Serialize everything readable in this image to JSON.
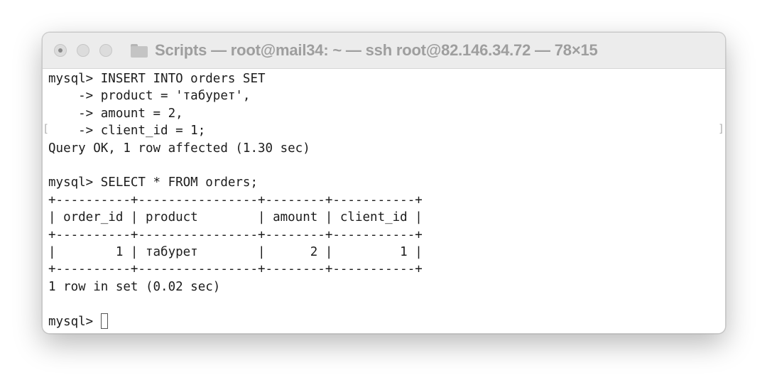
{
  "window": {
    "title": "Scripts — root@mail34: ~ — ssh root@82.146.34.72 — 78×15"
  },
  "terminal": {
    "lines": [
      "mysql> INSERT INTO orders SET",
      "    -> product = 'табурет',",
      "    -> amount = 2,",
      "    -> client_id = 1;",
      "Query OK, 1 row affected (1.30 sec)",
      "",
      "mysql> SELECT * FROM orders;",
      "+----------+----------------+--------+-----------+",
      "| order_id | product        | amount | client_id |",
      "+----------+----------------+--------+-----------+",
      "|        1 | табурет        |      2 |         1 |",
      "+----------+----------------+--------+-----------+",
      "1 row in set (0.02 sec)",
      ""
    ],
    "prompt": "mysql> ",
    "left_bracket": "[",
    "right_bracket": "]"
  }
}
